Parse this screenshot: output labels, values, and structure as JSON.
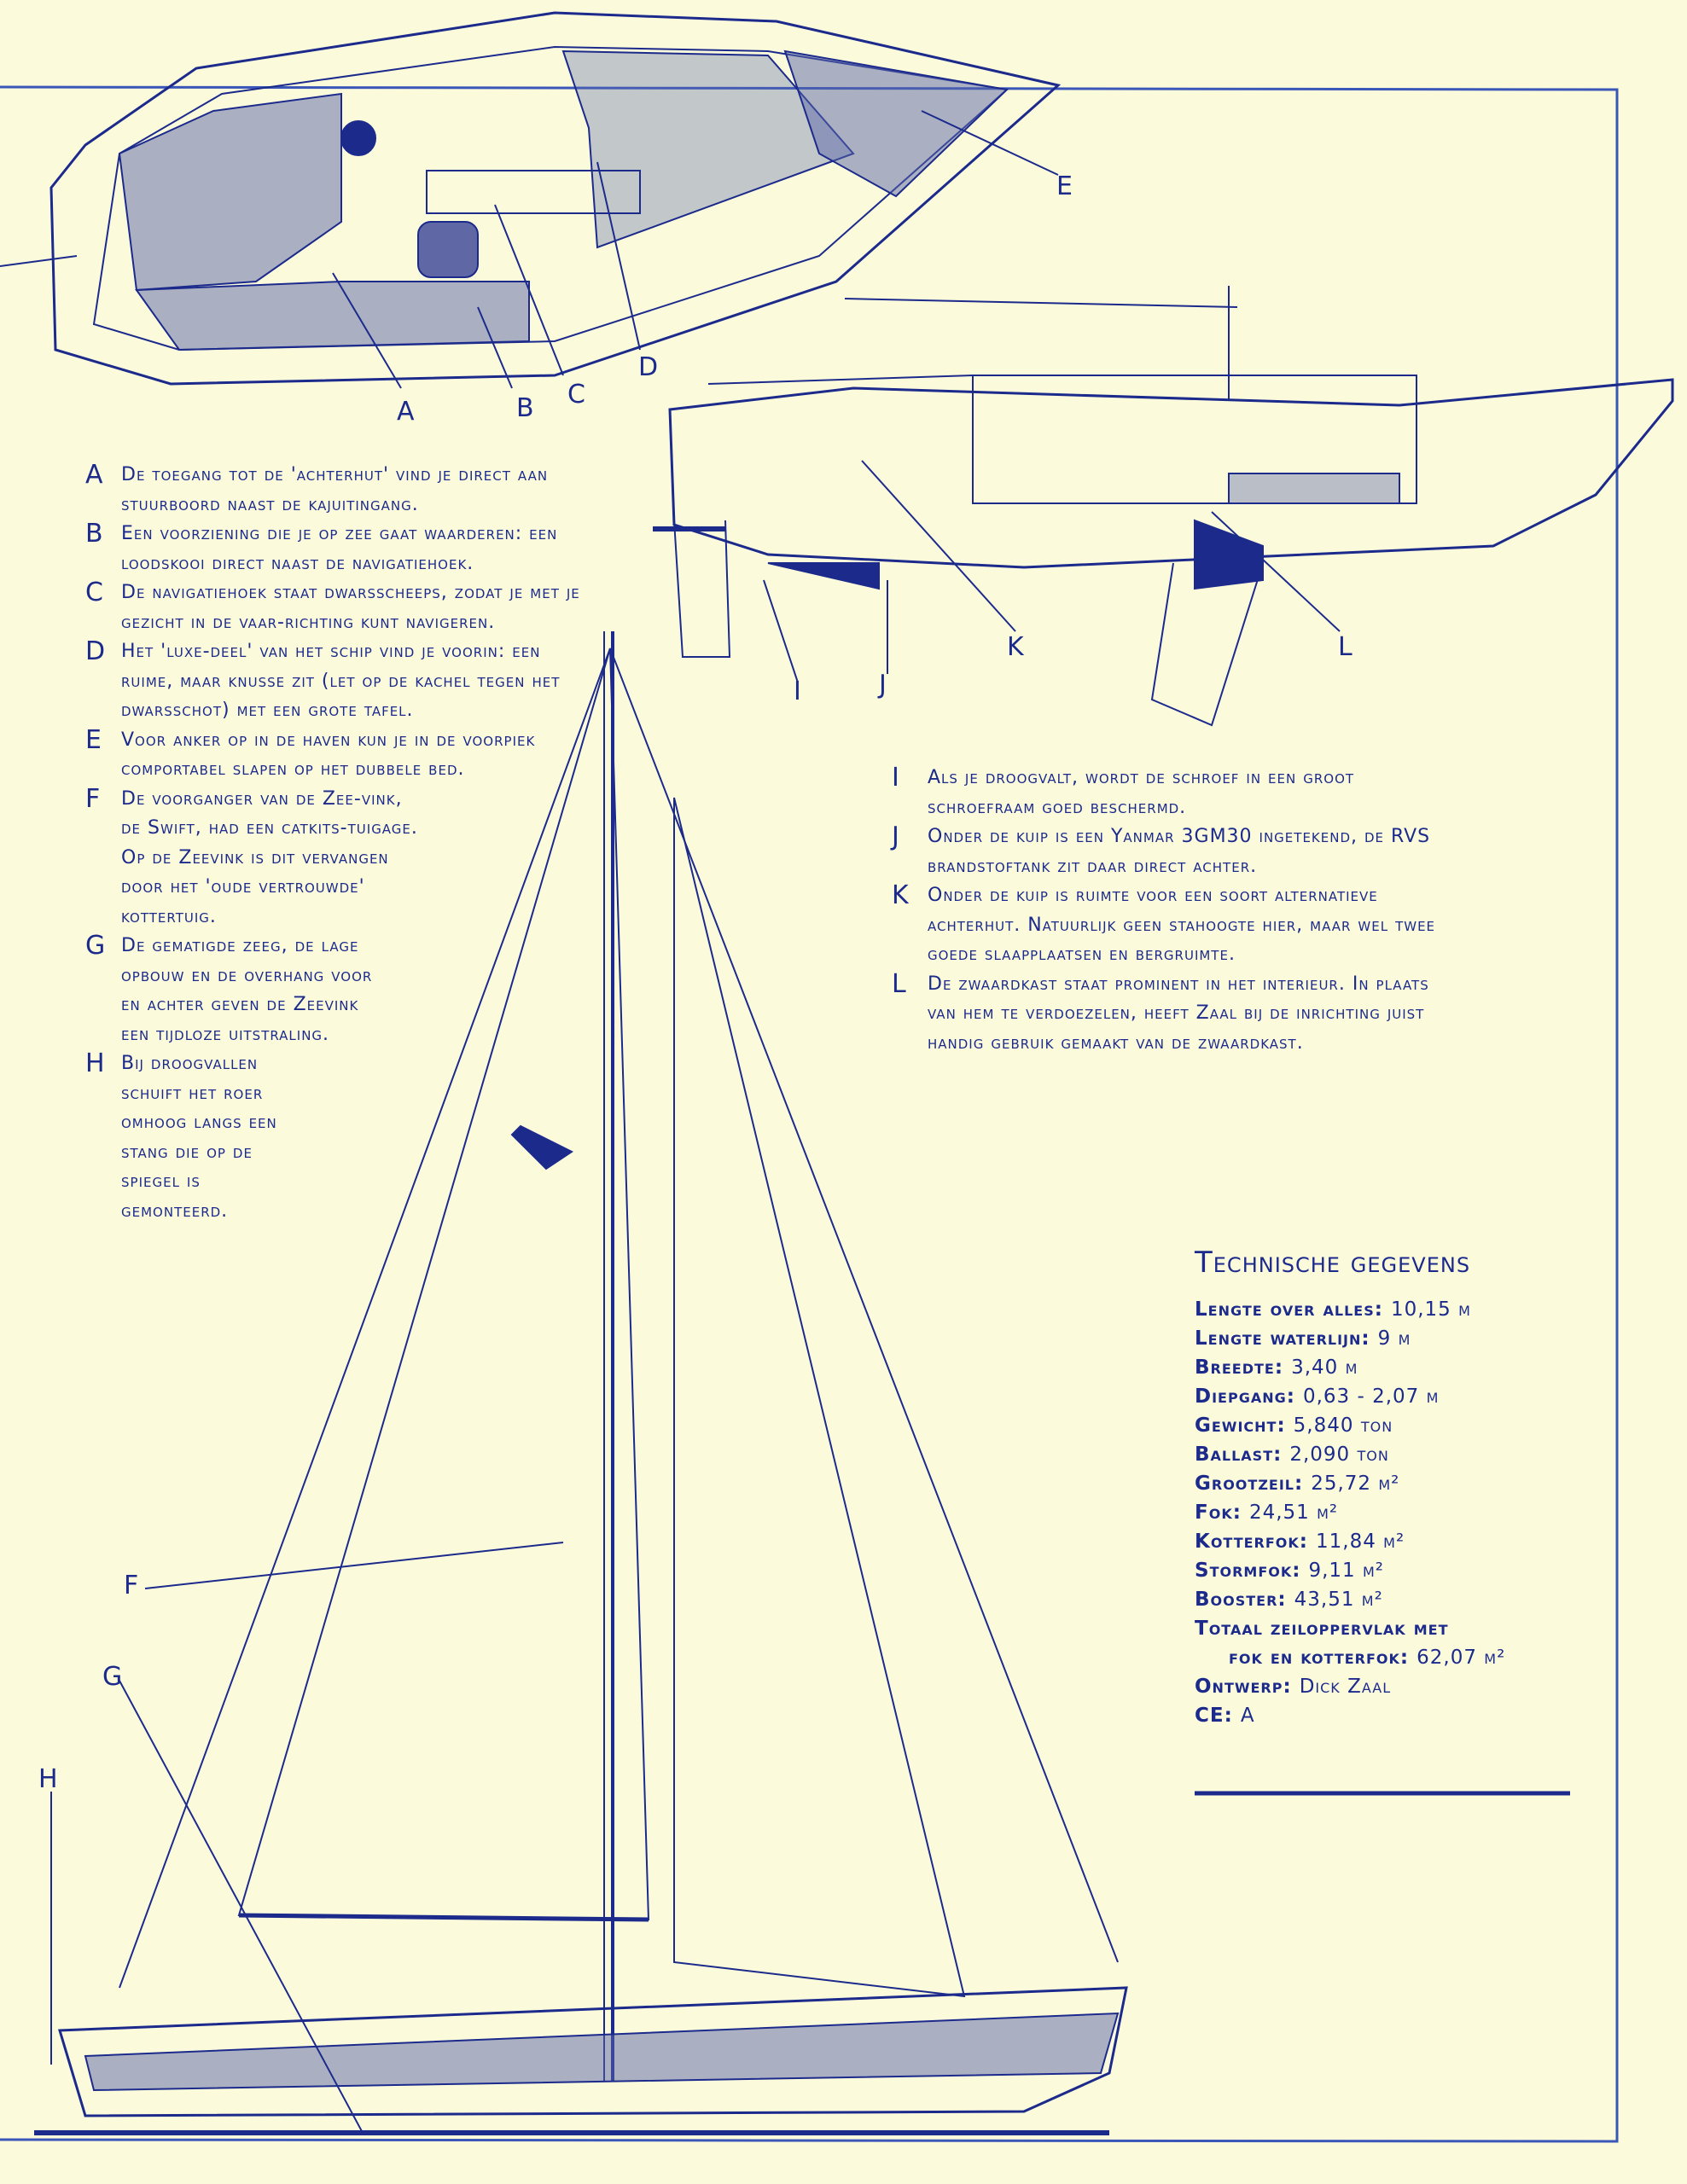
{
  "drawing_labels": [
    "A",
    "B",
    "C",
    "D",
    "E",
    "F",
    "G",
    "H",
    "I",
    "J",
    "K",
    "L"
  ],
  "legend_left": [
    {
      "key": "A",
      "text": "De toegang tot de 'achterhut' vind je direct aan stuurboord naast de kajuitingang."
    },
    {
      "key": "B",
      "text": "Een voorziening die je op zee gaat waarderen: een loodskooi direct naast de navigatiehoek."
    },
    {
      "key": "C",
      "text": "De navigatiehoek staat dwarsscheeps, zodat je met je gezicht in de vaar-richting kunt navigeren."
    },
    {
      "key": "D",
      "text": "Het 'luxe-deel' van het schip vind je voorin: een ruime, maar knusse zit (let op de kachel tegen het dwarsschot) met een grote tafel."
    },
    {
      "key": "E",
      "text": "Voor anker op in de haven kun je in de voorpiek comportabel slapen op het dubbele bed."
    },
    {
      "key": "F",
      "text": "De voorganger van de Zee-vink, de Swift, had een catkits-tuigage. Op de Zeevink is dit vervangen door het 'oude vertrouwde' kottertuig."
    },
    {
      "key": "G",
      "text": "De gematigde zeeg, de lage opbouw en de overhang voor en achter geven de Zeevink een tijdloze uitstraling."
    },
    {
      "key": "H",
      "text": "Bij droogvallen schuift het roer omhoog langs een stang die op de spiegel is gemonteerd."
    }
  ],
  "legend_right": [
    {
      "key": "I",
      "text": "Als je droogvalt, wordt de schroef in een groot schroefraam goed beschermd."
    },
    {
      "key": "J",
      "text": "Onder de kuip is een Yanmar 3GM30 ingetekend, de RVS brandstoftank zit daar direct achter."
    },
    {
      "key": "K",
      "text": "Onder de kuip is ruimte voor een soort alternatieve achterhut. Natuurlijk geen stahoogte hier, maar wel twee goede slaapplaatsen en bergruimte."
    },
    {
      "key": "L",
      "text": "De zwaardkast staat prominent in het interieur. In plaats van hem te verdoezelen, heeft Zaal bij de inrichting juist handig gebruik gemaakt van de zwaardkast."
    }
  ],
  "tech": {
    "title": "Technische gegevens",
    "rows": [
      {
        "label": "Lengte over alles:",
        "value": "10,15 m"
      },
      {
        "label": "Lengte waterlijn:",
        "value": "9 m"
      },
      {
        "label": "Breedte:",
        "value": "3,40 m"
      },
      {
        "label": "Diepgang:",
        "value": "0,63 - 2,07 m"
      },
      {
        "label": "Gewicht:",
        "value": "5,840 ton"
      },
      {
        "label": "Ballast:",
        "value": "2,090 ton"
      },
      {
        "label": "Grootzeil:",
        "value": "25,72 m²"
      },
      {
        "label": "Fok:",
        "value": "24,51 m²"
      },
      {
        "label": "Kotterfok:",
        "value": "11,84 m²"
      },
      {
        "label": "Stormfok:",
        "value": "9,11 m²"
      },
      {
        "label": "Booster:",
        "value": "43,51 m²"
      },
      {
        "label": "Totaal zeiloppervlak met",
        "value": ""
      },
      {
        "label": "fok en kotterfok:",
        "value": "62,07 m²"
      },
      {
        "label": "Ontwerp:",
        "value": "Dick Zaal"
      },
      {
        "label": "CE:",
        "value": "A"
      }
    ]
  },
  "colors": {
    "ink": "#1c2a8c",
    "paper": "#fbfbdc",
    "hatch": "#5a66a8"
  }
}
